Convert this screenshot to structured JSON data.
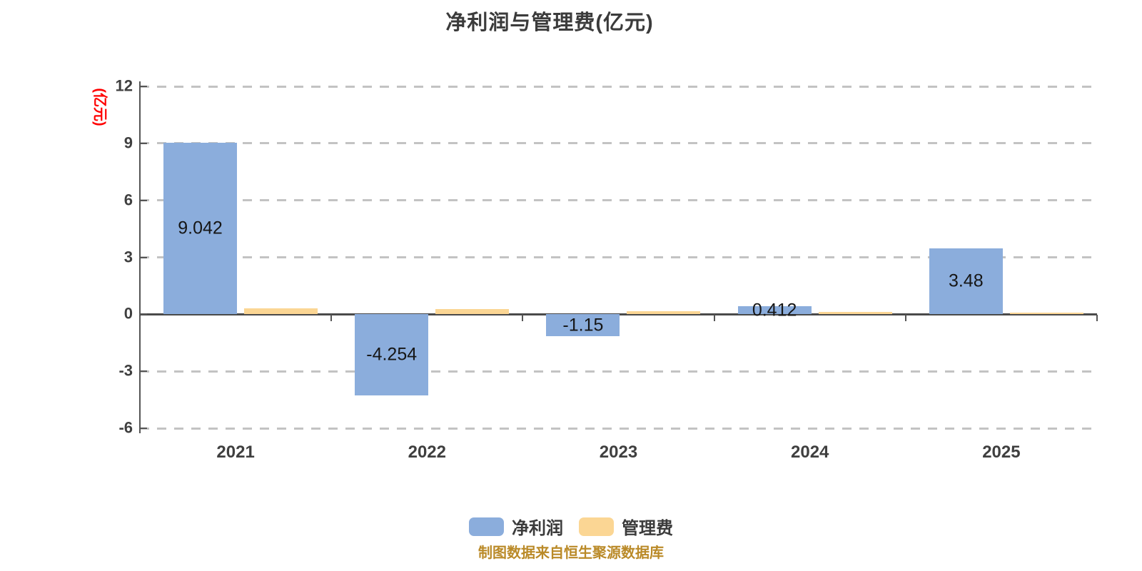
{
  "title": "净利润与管理费(亿元)",
  "y_axis": {
    "name": "(亿元)",
    "name_color": "#ff0000",
    "min": -6,
    "max": 12,
    "ticks": [
      12,
      9,
      6,
      3,
      0,
      -3,
      -6
    ]
  },
  "legend": {
    "items": [
      {
        "key": "net-profit",
        "label": "净利润",
        "color": "#8BADDC"
      },
      {
        "key": "mgmt-fee",
        "label": "管理费",
        "color": "#FBD694"
      }
    ]
  },
  "footer_note": "制图数据来自恒生聚源数据库",
  "chart_data": {
    "type": "bar",
    "title": "净利润与管理费(亿元)",
    "categories": [
      "2021",
      "2022",
      "2023",
      "2024",
      "2025"
    ],
    "series": [
      {
        "key": "net-profit",
        "name": "净利润",
        "color": "#8BADDC",
        "values": [
          9.042,
          -4.254,
          -1.15,
          0.412,
          3.48
        ],
        "data_labels": [
          "9.042",
          "-4.254",
          "-1.15",
          "0.412",
          "3.48"
        ]
      },
      {
        "key": "mgmt-fee",
        "name": "管理费",
        "color": "#FBD694",
        "values": [
          0.3,
          0.28,
          0.18,
          0.12,
          0.1
        ],
        "data_labels": null
      }
    ],
    "ylabel": "(亿元)",
    "ylim": [
      -6,
      12
    ],
    "yticks": [
      12,
      9,
      6,
      3,
      0,
      -3,
      -6
    ],
    "grid": "horizontal-dashed",
    "legend_position": "bottom"
  },
  "colors": {
    "background": "#ffffff",
    "title": "#3b3b3b",
    "axis": "#555555",
    "gridline": "#c3c3c3",
    "tick_label": "#3f3f3f",
    "value_label": "#161616",
    "y_axis_name": "#ff0000",
    "footer": "#ba8a28"
  }
}
